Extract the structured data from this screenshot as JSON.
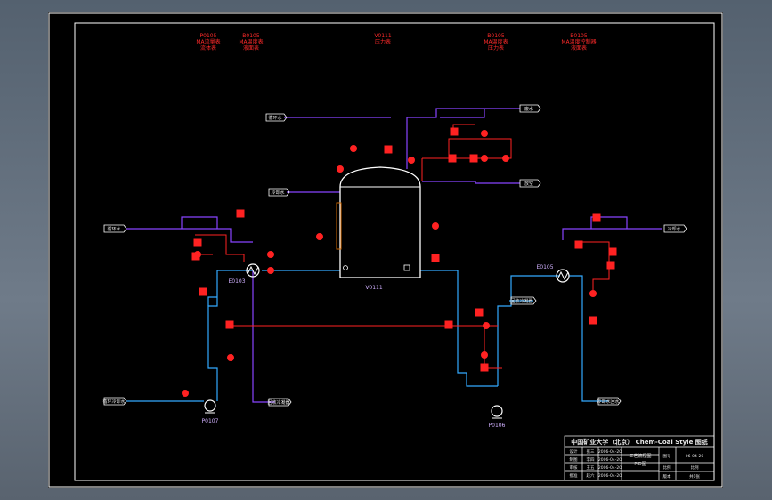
{
  "header_labels": [
    {
      "tag": "P0105",
      "line1": "MA流量表",
      "line2": "流体表"
    },
    {
      "tag": "B0105",
      "line1": "MA温度表",
      "line2": "液面表"
    },
    {
      "tag": "V0111",
      "line1": "压力表",
      "line2": ""
    },
    {
      "tag": "B0105",
      "line1": "MA温度表",
      "line2": "压力表"
    },
    {
      "tag": "B0105",
      "line1": "MA温度控制器",
      "line2": "液面表"
    }
  ],
  "streams": {
    "top_inlet": "循环水",
    "top_outlet": "废水",
    "left_upper_inlet": "循环水",
    "right_vent": "放空",
    "left_steam": "冷却水",
    "right_steam": "冷却水",
    "bottom_left_inlet": "循环冷却水",
    "bottom_left_outlet": "回收冷凝器",
    "mid_right_inlet": "回收冷凝器",
    "bottom_right_outlet": "冷却水回水"
  },
  "equipment": {
    "reactor": "V0111",
    "hx_left": "E0103",
    "hx_right": "E0105",
    "pump_left": "P0107",
    "pump_right": "P0106"
  },
  "title_block": {
    "school": "中国矿业大学（北京） Chem-Coal Style 图纸",
    "drawing_name": "工艺流程图",
    "drawing_no": "PID图",
    "scale": "比例",
    "sheet": "共1张",
    "date": "06-04-20",
    "rows": [
      [
        "设计",
        "张三",
        "2006-04-20"
      ],
      [
        "制图",
        "李四",
        "2006-04-20"
      ],
      [
        "审核",
        "王五",
        "2006-04-20"
      ],
      [
        "批准",
        "赵六",
        "2006-04-20"
      ]
    ],
    "right_rows": [
      "图号",
      "比例",
      "版本"
    ]
  },
  "colors": {
    "process_line": "#8844ff",
    "water_line": "#33aaff",
    "control_line": "#ff2222",
    "equipment": "#ffffff",
    "background": "#000000"
  }
}
